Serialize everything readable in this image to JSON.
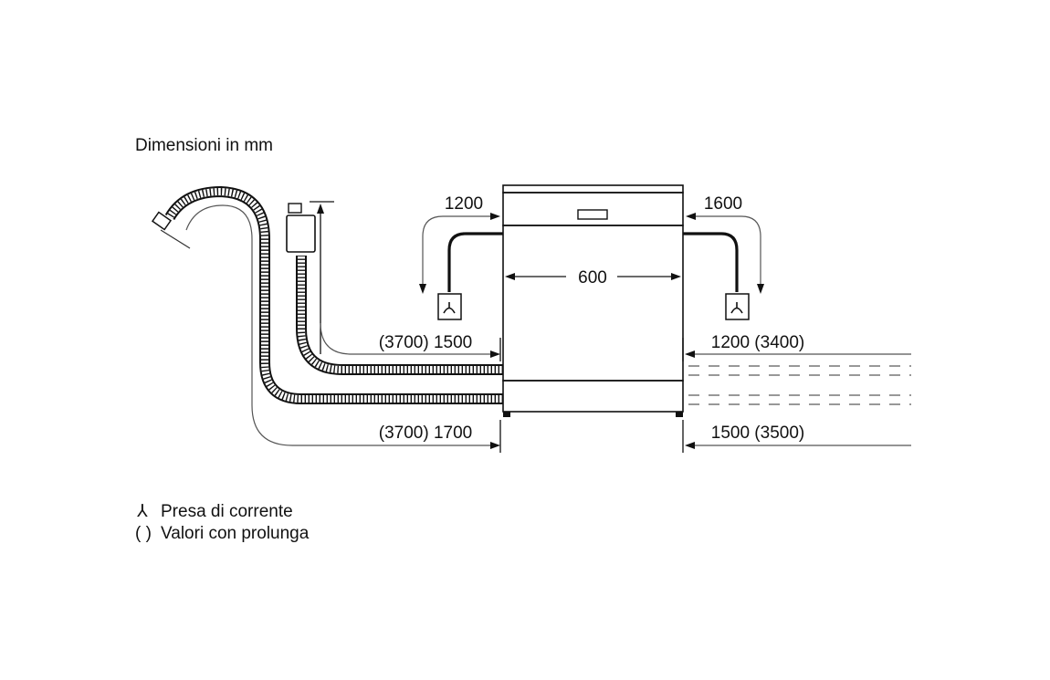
{
  "title": "Dimensioni in mm",
  "dimensions": {
    "width": "600",
    "left_cable": "1200",
    "right_cable": "1600",
    "left_drain": "(3700) 1500",
    "left_inlet": "(3700) 1700",
    "right_drain": "1200 (3400)",
    "right_inlet": "1500 (3500)"
  },
  "legend": {
    "socket_symbol": "⅄",
    "socket_label": "Presa di corrente",
    "ext_symbol": "( )",
    "ext_label": "Valori con prolunga"
  },
  "icons": [
    "socket-icon",
    "water-tap-icon",
    "drain-trap-icon",
    "hose-icon"
  ]
}
